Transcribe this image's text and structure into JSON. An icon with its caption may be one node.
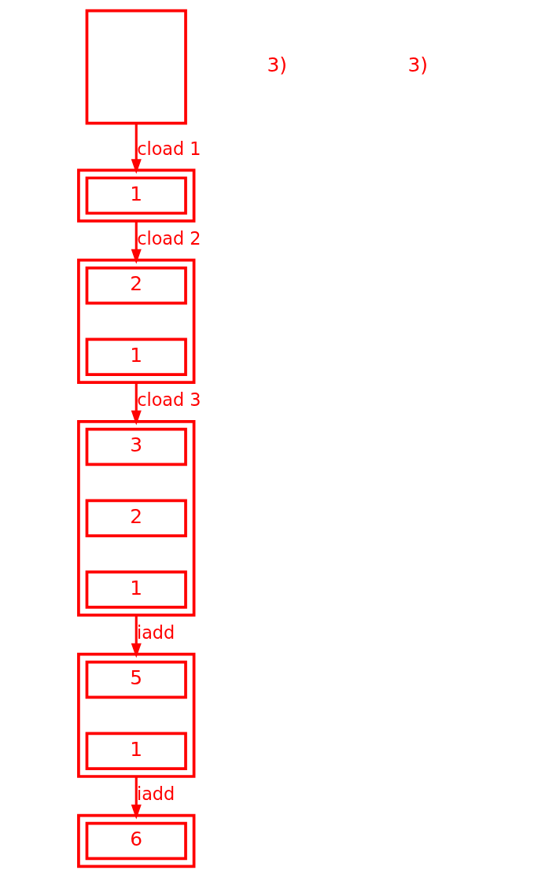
{
  "diagram": {
    "nodes": [
      {
        "text": [],
        "shape": "box"
      },
      {
        "text": [],
        "shape": "box"
      },
      {
        "text": [
          "1"
        ],
        "in": 1
      },
      {
        "text": [],
        "shape": "box"
      },
      {
        "text": [
          "2"
        ],
        "in": 3
      },
      {
        "text": [
          "1"
        ],
        "in": 3
      },
      {
        "text": [],
        "shape": "box"
      },
      {
        "text": [
          "3"
        ],
        "in": 6
      },
      {
        "text": [
          "2"
        ],
        "in": 6
      },
      {
        "text": [
          "1"
        ],
        "in": 6
      },
      {
        "text": [],
        "shape": "box"
      },
      {
        "text": [
          "5"
        ],
        "in": 10
      },
      {
        "text": [
          "1"
        ],
        "in": 10
      },
      {
        "text": [],
        "shape": "box"
      },
      {
        "text": [
          "6"
        ],
        "in": 13
      }
    ],
    "edges": [
      {
        "from": 0,
        "to": 1,
        "arrow": "to",
        "label": "cload 1"
      },
      {
        "from": 1,
        "to": 3,
        "arrow": "to",
        "label": "cload 2"
      },
      {
        "from": 3,
        "to": 6,
        "arrow": "to",
        "label": "cload 3"
      },
      {
        "from": 6,
        "to": 10,
        "arrow": "to",
        "label": "iadd"
      },
      {
        "from": 10,
        "to": 13,
        "arrow": "to",
        "label": "iadd"
      }
    ],
    "labels": [
      "3)",
      "3)"
    ]
  }
}
